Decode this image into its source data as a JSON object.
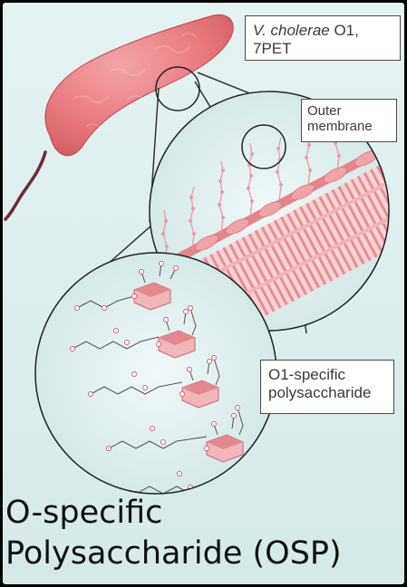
{
  "labels": {
    "species": {
      "italic": "V. cholerae",
      "rest": " O1,",
      "line2": "7PET"
    },
    "outer_membrane": {
      "line1": "Outer",
      "line2": "membrane"
    },
    "o1_osp": {
      "line1": "O1-specific",
      "line2": "polysaccharide"
    }
  },
  "title": {
    "line1": "O-specific",
    "line2": "Polysaccharide (OSP)"
  },
  "colors": {
    "background": "#dfeeee",
    "frame": "#000000",
    "bacterium": "#e8787e",
    "membrane": "#f2a4a8",
    "ring_fill": "#d7eaea",
    "sugar": "#d97f89"
  }
}
